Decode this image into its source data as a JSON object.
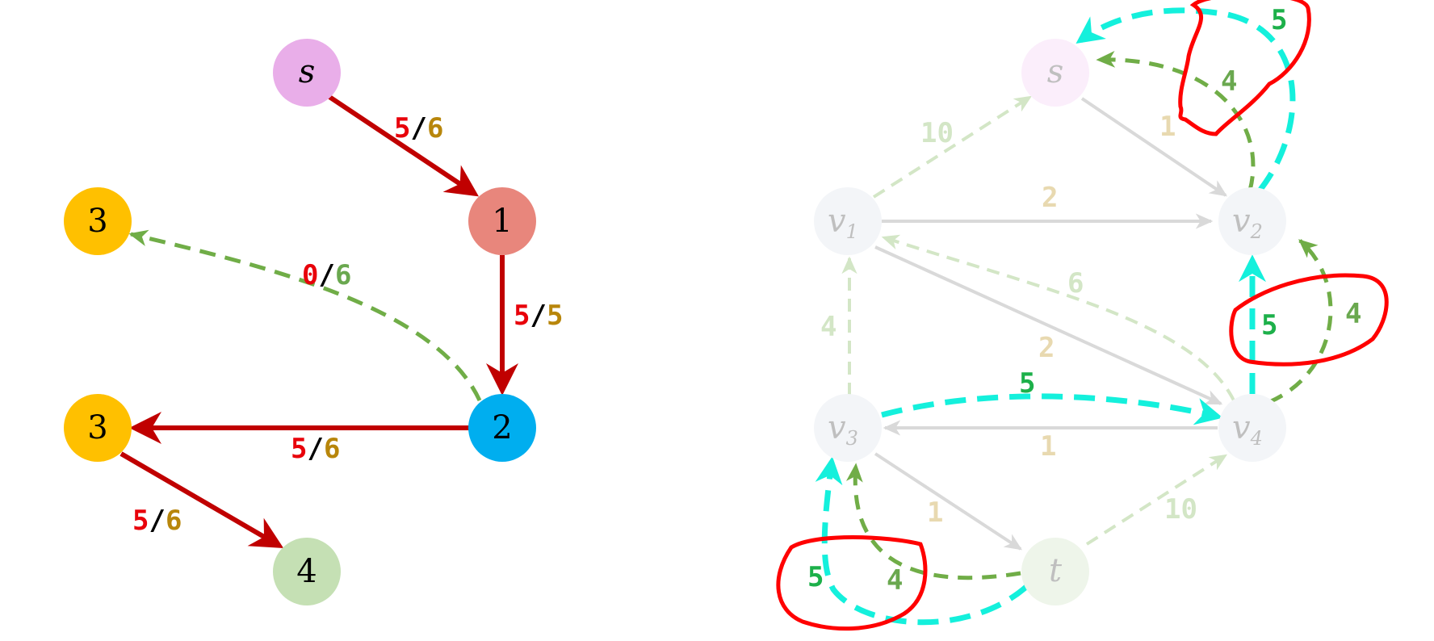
{
  "colors": {
    "flow": "#e8000a",
    "cap_gold": "#b8860b",
    "cap_green": "#6aa84f",
    "slash": "#000000",
    "edge_dark": "#c00000",
    "dashed_green": "#70ad47",
    "cyan": "#14f0dc",
    "circle_red": "#ff0000",
    "faded_edge": "#d9d9d9",
    "faded_dash": "#d3e6c6",
    "faded_cap": "#e8d9b0",
    "faded_green_text": "#c8e0b8",
    "aug_green": "#1db04a",
    "node_s": "#e9aee9",
    "node_1": "#e8867c",
    "node_2": "#00aeef",
    "node_3": "#ffc000",
    "node_4": "#c5e0b4"
  },
  "left_graph": {
    "nodes": [
      {
        "id": "s",
        "label": "s",
        "italic": true,
        "color_key": "node_s"
      },
      {
        "id": "n1",
        "label": "1",
        "italic": false,
        "color_key": "node_1"
      },
      {
        "id": "n2",
        "label": "2",
        "italic": false,
        "color_key": "node_2"
      },
      {
        "id": "n3a",
        "label": "3",
        "italic": false,
        "color_key": "node_3"
      },
      {
        "id": "n3b",
        "label": "3",
        "italic": false,
        "color_key": "node_3"
      },
      {
        "id": "n4",
        "label": "4",
        "italic": false,
        "color_key": "node_4"
      }
    ],
    "edges": [
      {
        "from": "s",
        "to": "n1",
        "flow": "5",
        "cap": "6",
        "cap_color_key": "cap_gold"
      },
      {
        "from": "n1",
        "to": "n2",
        "flow": "5",
        "cap": "5",
        "cap_color_key": "cap_gold"
      },
      {
        "from": "n2",
        "to": "n3b",
        "flow": "5",
        "cap": "6",
        "cap_color_key": "cap_gold"
      },
      {
        "from": "n3b",
        "to": "n4",
        "flow": "5",
        "cap": "6",
        "cap_color_key": "cap_gold"
      },
      {
        "from": "n2",
        "to": "n3a",
        "flow": "0",
        "cap": "6",
        "cap_color_key": "cap_green",
        "dashed": true
      }
    ],
    "slash": "/"
  },
  "right_graph": {
    "nodes": [
      {
        "id": "s",
        "label": "s",
        "sub": ""
      },
      {
        "id": "v1",
        "label": "v",
        "sub": "1"
      },
      {
        "id": "v2",
        "label": "v",
        "sub": "2"
      },
      {
        "id": "v3",
        "label": "v",
        "sub": "3"
      },
      {
        "id": "v4",
        "label": "v",
        "sub": "4"
      },
      {
        "id": "t",
        "label": "t",
        "sub": ""
      }
    ],
    "faded_labels": [
      {
        "id": "v1-s",
        "text": "10"
      },
      {
        "id": "s-v2",
        "text": "1"
      },
      {
        "id": "v1-v2",
        "text": "2"
      },
      {
        "id": "v4-v1",
        "text": "6"
      },
      {
        "id": "v1-v4",
        "text": "2"
      },
      {
        "id": "v3-v1",
        "text": "4"
      },
      {
        "id": "v4-v3",
        "text": "1"
      },
      {
        "id": "v3-t",
        "text": "1"
      },
      {
        "id": "t-v4",
        "text": "10"
      }
    ],
    "augment_labels": [
      {
        "id": "top-cyan",
        "text": "5"
      },
      {
        "id": "top-green",
        "text": "4"
      },
      {
        "id": "mid-cyan",
        "text": "5"
      },
      {
        "id": "mid-green",
        "text": "4"
      },
      {
        "id": "v3v4-cyan",
        "text": "5"
      },
      {
        "id": "bot-cyan",
        "text": "5"
      },
      {
        "id": "bot-green",
        "text": "4"
      }
    ]
  }
}
